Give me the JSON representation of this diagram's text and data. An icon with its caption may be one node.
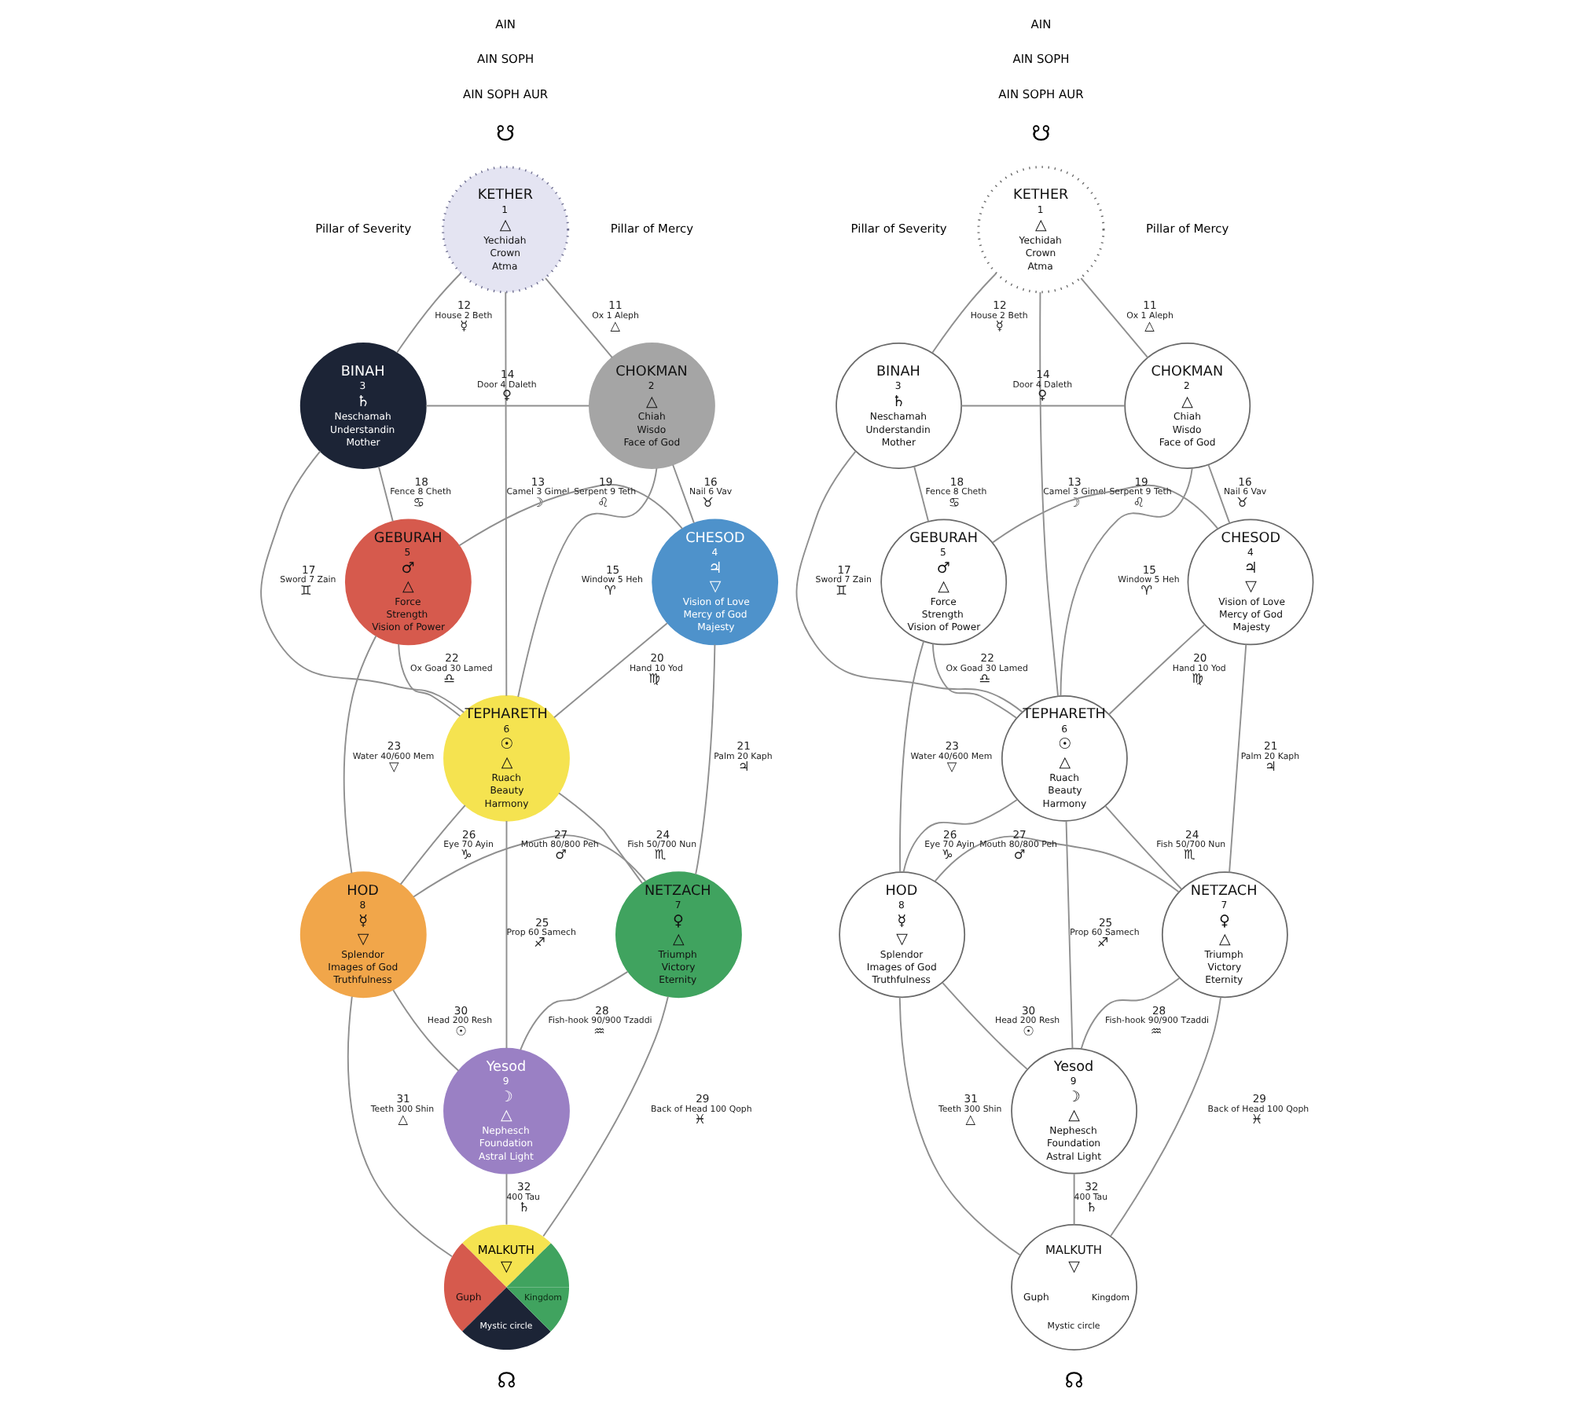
{
  "diagram": {
    "nodes": [
      {
        "text": [
          "KETHER",
          "1",
          "△",
          "Yechidah",
          "Crown",
          "Atma"
        ]
      },
      {
        "text": [
          "BINAH",
          "3",
          "♄",
          "Neschamah",
          "Understandin",
          "Mother"
        ]
      },
      {
        "text": [
          "CHOKMAN",
          "2",
          "△",
          "Chiah",
          "Wisdo",
          "Face of God"
        ]
      },
      {
        "text": [
          "GEBURAH",
          "5",
          "♂",
          "△",
          "Force",
          "Strength",
          "Vision of Power"
        ]
      },
      {
        "text": [
          "CHESOD",
          "4",
          "♃",
          "▽",
          "Vision of Love",
          "Mercy of God",
          "Majesty"
        ]
      },
      {
        "text": [
          "TEPHARETH",
          "6",
          "☉",
          "△",
          "Ruach",
          "Beauty",
          "Harmony"
        ]
      },
      {
        "text": [
          "HOD",
          "8",
          "☿",
          "▽",
          "Splendor",
          "Images of God",
          "Truthfulness"
        ]
      },
      {
        "text": [
          "NETZACH",
          "7",
          "♀",
          "△",
          "Triumph",
          "Victory",
          "Eternity"
        ]
      },
      {
        "text": [
          "Yesod",
          "9",
          "☽",
          "△",
          "Nephesch",
          "Foundation",
          "Astral Light"
        ]
      },
      {
        "text": [
          "MALKUTH",
          "▽",
          "Guph",
          "Kingdom",
          "Mystic circle"
        ]
      },
      {
        "text": [
          "KETHER",
          "1",
          "△",
          "Yechidah",
          "Crown",
          "Atma"
        ]
      },
      {
        "text": [
          "BINAH",
          "3",
          "♄",
          "Neschamah",
          "Understandin",
          "Mother"
        ]
      },
      {
        "text": [
          "CHOKMAN",
          "2",
          "△",
          "Chiah",
          "Wisdo",
          "Face of God"
        ]
      },
      {
        "text": [
          "GEBURAH",
          "5",
          "♂",
          "△",
          "Force",
          "Strength",
          "Vision of Power"
        ]
      },
      {
        "text": [
          "CHESOD",
          "4",
          "♃",
          "▽",
          "Vision of Love",
          "Mercy of God",
          "Majesty"
        ]
      },
      {
        "text": [
          "TEPHARETH",
          "6",
          "☉",
          "△",
          "Ruach",
          "Beauty",
          "Harmony"
        ]
      },
      {
        "text": [
          "HOD",
          "8",
          "☿",
          "▽",
          "Splendor",
          "Images of God",
          "Truthfulness"
        ]
      },
      {
        "text": [
          "NETZACH",
          "7",
          "♀",
          "△",
          "Triumph",
          "Victory",
          "Eternity"
        ]
      },
      {
        "text": [
          "Yesod",
          "9",
          "☽",
          "△",
          "Nephesch",
          "Foundation",
          "Astral Light"
        ]
      },
      {
        "text": [
          "MALKUTH",
          "▽",
          "Guph",
          "Kingdom",
          "Mystic circle"
        ]
      }
    ],
    "edges": [
      {
        "from": 0,
        "to": 2,
        "arrow": "none",
        "label": "11 Ox 1 Aleph △"
      },
      {
        "from": 0,
        "to": 1,
        "arrow": "none",
        "label": "12 House 2 Beth ☿"
      },
      {
        "from": 0,
        "to": 5,
        "arrow": "none",
        "label": "13 Camel 3 Gimel ☽"
      },
      {
        "from": 1,
        "to": 2,
        "arrow": "none",
        "label": "14 Door 4 Daleth ♀"
      },
      {
        "from": 2,
        "to": 5,
        "arrow": "none",
        "label": "15 Window 5 Heh ♈"
      },
      {
        "from": 2,
        "to": 4,
        "arrow": "none",
        "label": "16 Nail 6 Vav ♉"
      },
      {
        "from": 1,
        "to": 5,
        "arrow": "none",
        "label": "17 Sword 7 Zain ♊"
      },
      {
        "from": 1,
        "to": 3,
        "arrow": "none",
        "label": "18 Fence 8 Cheth ♋"
      },
      {
        "from": 3,
        "to": 4,
        "arrow": "none",
        "label": "19 Serpent 9 Teth ♌"
      },
      {
        "from": 4,
        "to": 5,
        "arrow": "none",
        "label": "20 Hand 10 Yod ♍"
      },
      {
        "from": 4,
        "to": 7,
        "arrow": "none",
        "label": "21 Palm 20 Kaph ♃"
      },
      {
        "from": 3,
        "to": 5,
        "arrow": "none",
        "label": "22 Ox Goad 30 Lamed ♎"
      },
      {
        "from": 3,
        "to": 6,
        "arrow": "none",
        "label": "23 Water 40/600 Mem ▽"
      },
      {
        "from": 5,
        "to": 7,
        "arrow": "none",
        "label": "24 Fish 50/700 Nun ♏"
      },
      {
        "from": 5,
        "to": 8,
        "arrow": "none",
        "label": "25 Prop 60 Samech ♐"
      },
      {
        "from": 5,
        "to": 6,
        "arrow": "none",
        "label": "26 Eye 70 Ayin ♑"
      },
      {
        "from": 6,
        "to": 7,
        "arrow": "none",
        "label": "27 Mouth 80/800 Peh ♂"
      },
      {
        "from": 7,
        "to": 8,
        "arrow": "none",
        "label": "28 Fish-hook 90/900 Tzaddi ♒"
      },
      {
        "from": 7,
        "to": 9,
        "arrow": "none",
        "label": "29 Back of Head 100 Qoph ♓"
      },
      {
        "from": 6,
        "to": 8,
        "arrow": "none",
        "label": "30 Head 200 Resh ☉"
      },
      {
        "from": 6,
        "to": 9,
        "arrow": "none",
        "label": "31 Teeth 300 Shin △"
      },
      {
        "from": 8,
        "to": 9,
        "arrow": "none",
        "label": "32 400 Tau ♄"
      },
      {
        "from": 10,
        "to": 12,
        "arrow": "none",
        "label": "11 Ox 1 Aleph △"
      },
      {
        "from": 10,
        "to": 11,
        "arrow": "none",
        "label": "12 House 2 Beth ☿"
      },
      {
        "from": 10,
        "to": 15,
        "arrow": "none",
        "label": "13 Camel 3 Gimel ☽"
      },
      {
        "from": 11,
        "to": 12,
        "arrow": "none",
        "label": "14 Door 4 Daleth ♀"
      },
      {
        "from": 12,
        "to": 15,
        "arrow": "none",
        "label": "15 Window 5 Heh ♈"
      },
      {
        "from": 12,
        "to": 14,
        "arrow": "none",
        "label": "16 Nail 6 Vav ♉"
      },
      {
        "from": 11,
        "to": 15,
        "arrow": "none",
        "label": "17 Sword 7 Zain ♊"
      },
      {
        "from": 11,
        "to": 13,
        "arrow": "none",
        "label": "18 Fence 8 Cheth ♋"
      },
      {
        "from": 13,
        "to": 14,
        "arrow": "none",
        "label": "19 Serpent 9 Teth ♌"
      },
      {
        "from": 14,
        "to": 15,
        "arrow": "none",
        "label": "20 Hand 10 Yod ♍"
      },
      {
        "from": 14,
        "to": 17,
        "arrow": "none",
        "label": "21 Palm 20 Kaph ♃"
      },
      {
        "from": 13,
        "to": 15,
        "arrow": "none",
        "label": "22 Ox Goad 30 Lamed ♎"
      },
      {
        "from": 13,
        "to": 16,
        "arrow": "none",
        "label": "23 Water 40/600 Mem ▽"
      },
      {
        "from": 15,
        "to": 17,
        "arrow": "none",
        "label": "24 Fish 50/700 Nun ♏"
      },
      {
        "from": 15,
        "to": 18,
        "arrow": "none",
        "label": "25 Prop 60 Samech ♐"
      },
      {
        "from": 15,
        "to": 16,
        "arrow": "none",
        "label": "26 Eye 70 Ayin ♑"
      },
      {
        "from": 16,
        "to": 17,
        "arrow": "none",
        "label": "27 Mouth 80/800 Peh ♂"
      },
      {
        "from": 17,
        "to": 18,
        "arrow": "none",
        "label": "28 Fish-hook 90/900 Tzaddi ♒"
      },
      {
        "from": 17,
        "to": 19,
        "arrow": "none",
        "label": "29 Back of Head 100 Qoph ♓"
      },
      {
        "from": 16,
        "to": 18,
        "arrow": "none",
        "label": "30 Head 200 Resh ☉"
      },
      {
        "from": 16,
        "to": 19,
        "arrow": "none",
        "label": "31 Teeth 300 Shin △"
      },
      {
        "from": 18,
        "to": 19,
        "arrow": "none",
        "label": "32 400 Tau ♄"
      }
    ],
    "labels": [
      "AIN",
      "AIN SOPH",
      "AIN SOPH AUR",
      "☋",
      "Pillar of Severity",
      "Pillar of Mercy",
      "☊",
      "AIN",
      "AIN SOPH",
      "AIN SOPH AUR",
      "☋",
      "Pillar of Severity",
      "Pillar of Mercy",
      "☊"
    ]
  }
}
